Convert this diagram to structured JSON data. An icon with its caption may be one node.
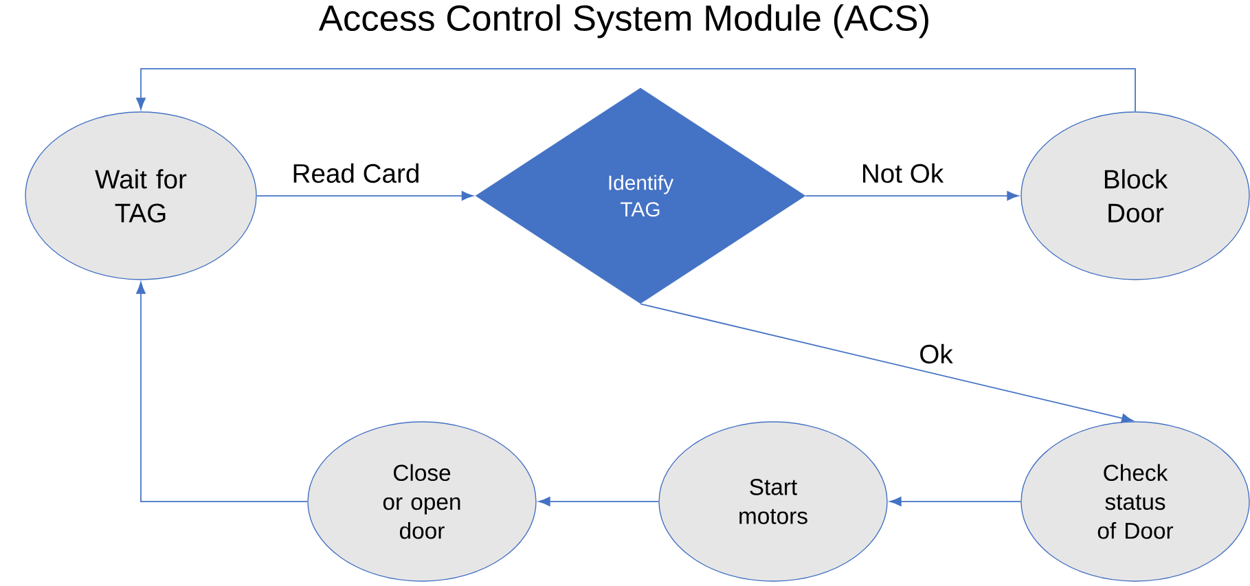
{
  "diagram": {
    "title": "Access Control System Module (ACS)",
    "nodes": [
      {
        "text": [
          "Wait for TAG"
        ]
      },
      {
        "text": [
          "Identify TAG"
        ]
      },
      {
        "text": [
          "Block Door"
        ]
      },
      {
        "text": [
          "Close or open door"
        ]
      },
      {
        "text": [
          "Start motors"
        ]
      },
      {
        "text": [
          "Check status of Door"
        ]
      }
    ],
    "edges": [
      {
        "from": 0,
        "to": 1,
        "arrow": "to",
        "label": "Read Card"
      },
      {
        "from": 1,
        "to": 2,
        "arrow": "to",
        "label": "Not Ok"
      },
      {
        "from": 1,
        "to": 5,
        "arrow": "to",
        "label": "Ok"
      },
      {
        "from": 2,
        "to": 0,
        "arrow": "to"
      },
      {
        "from": 5,
        "to": 4,
        "arrow": "to"
      },
      {
        "from": 4,
        "to": 3,
        "arrow": "to"
      },
      {
        "from": 3,
        "to": 0,
        "arrow": "to"
      }
    ]
  }
}
